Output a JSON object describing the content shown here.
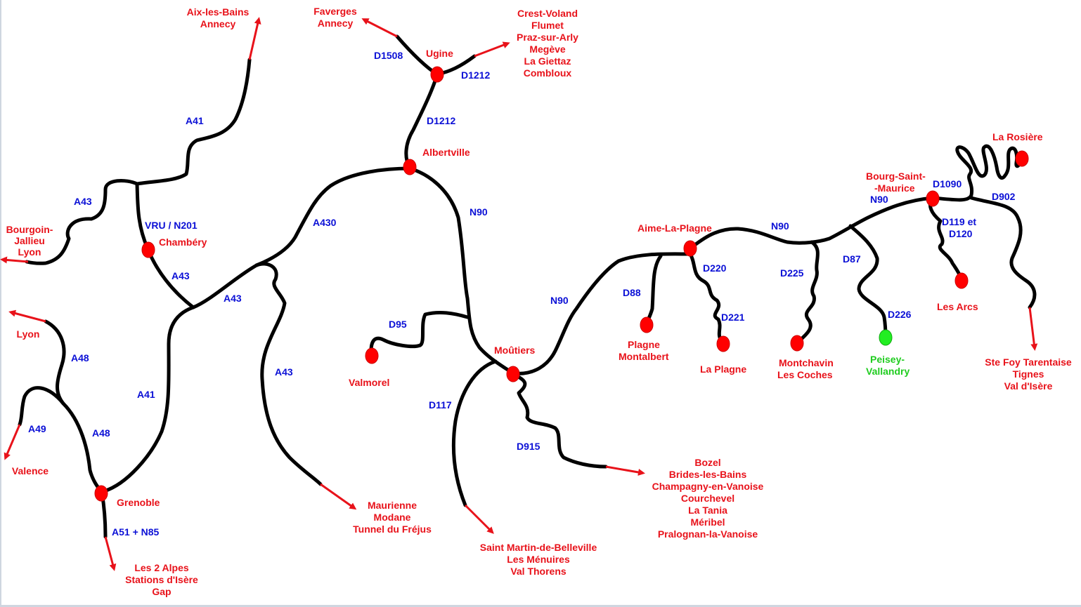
{
  "map": {
    "colors": {
      "place": "#e8121a",
      "road": "#0b10d6",
      "route": "#000000",
      "station_green": "#22ee22"
    },
    "towns": {
      "ugine": "Ugine",
      "albertville": "Albertville",
      "chambery": "Chambéry",
      "grenoble": "Grenoble",
      "moutiers": "Moûtiers",
      "aime_l1": "Aime-La-Plagne",
      "bsm_l1": "Bourg-Saint-",
      "bsm_l2": "-Maurice"
    },
    "stations": {
      "valmorel": "Valmorel",
      "plagne_montalbert_l1": "Plagne",
      "plagne_montalbert_l2": "Montalbert",
      "la_plagne": "La Plagne",
      "montchavin_l1": "Montchavin",
      "montchavin_l2": "Les Coches",
      "peisey_l1": "Peisey-",
      "peisey_l2": "Vallandry",
      "les_arcs": "Les Arcs",
      "la_rosiere": "La Rosière"
    },
    "destinations": {
      "aix": [
        "Aix-les-Bains",
        "Annecy"
      ],
      "faverges": [
        "Faverges",
        "Annecy"
      ],
      "crest": [
        "Crest-Voland",
        "Flumet",
        "Praz-sur-Arly",
        "Megève",
        "La Giettaz",
        "Combloux"
      ],
      "bourgoin": [
        "Bourgoin-",
        "Jallieu",
        "Lyon"
      ],
      "lyon": [
        "Lyon"
      ],
      "valence": [
        "Valence"
      ],
      "deuxalpes": [
        "Les 2 Alpes",
        "Stations d'Isère",
        "Gap"
      ],
      "maurienne": [
        "Maurienne",
        "Modane",
        "Tunnel du Fréjus"
      ],
      "stmartin": [
        "Saint Martin-de-Belleville",
        "Les Ménuires",
        "Val Thorens"
      ],
      "bozel": [
        "Bozel",
        "Brides-les-Bains",
        "Champagny-en-Vanoise",
        "Courchevel",
        "La Tania",
        "Méribel",
        "Pralognan-la-Vanoise"
      ],
      "stefoy": [
        "Ste Foy Tarentaise",
        "Tignes",
        "Val d'Isère"
      ]
    },
    "roads": {
      "a41_north": "A41",
      "a43_nw": "A43",
      "vru": "VRU / N201",
      "a43_chambery": "A43",
      "a43_mid": "A43",
      "a430": "A430",
      "a43_south": "A43",
      "a41_south": "A41",
      "a48_upper": "A48",
      "a48_lower": "A48",
      "a49": "A49",
      "a51": "A51 + N85",
      "d1508": "D1508",
      "d1212_east": "D1212",
      "d1212_south": "D1212",
      "n90_albertville": "N90",
      "d95": "D95",
      "d117": "D117",
      "d915": "D915",
      "n90_moutiers": "N90",
      "d88": "D88",
      "d220": "D220",
      "d221": "D221",
      "n90_aime": "N90",
      "d225": "D225",
      "d87": "D87",
      "d226": "D226",
      "n90_bsm": "N90",
      "d1090": "D1090",
      "d902": "D902",
      "d119_l1": "D119 et",
      "d119_l2": "D120"
    }
  }
}
